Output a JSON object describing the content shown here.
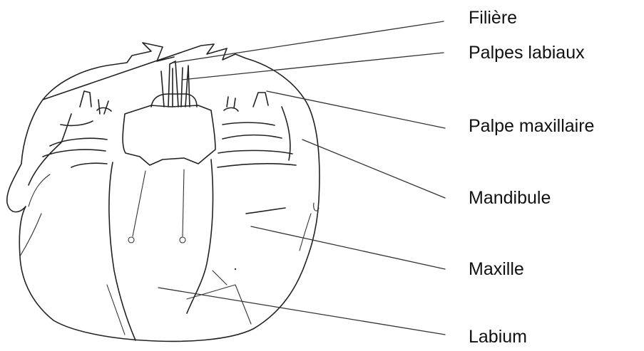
{
  "diagram": {
    "labels": {
      "filiere": "Filière",
      "palpes_labiaux": "Palpes labiaux",
      "palpe_maxillaire": "Palpe maxillaire",
      "mandibule": "Mandibule",
      "maxille": "Maxille",
      "labium": "Labium"
    }
  }
}
